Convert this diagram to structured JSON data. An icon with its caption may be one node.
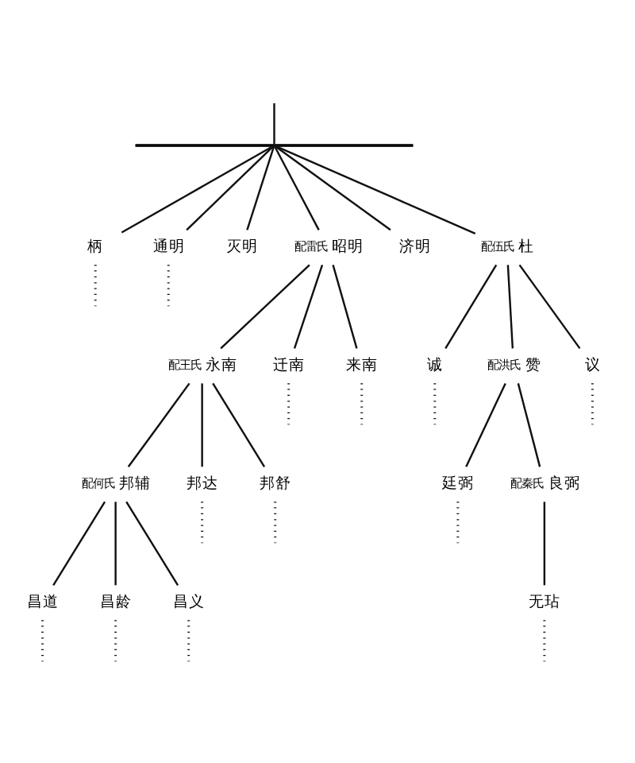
{
  "diagram": {
    "nodes": [
      {
        "text": [],
        "shape": "bar"
      },
      {
        "text": [
          "柄"
        ]
      },
      {
        "text": [
          "通明"
        ]
      },
      {
        "text": [
          "灭明"
        ]
      },
      {
        "text": [
          "昭明"
        ],
        "beside": [
          "配雷氏"
        ]
      },
      {
        "text": [
          "济明"
        ]
      },
      {
        "text": [
          "杜"
        ],
        "beside": [
          "配伍氏"
        ]
      },
      {
        "text": [
          "永南"
        ],
        "beside": [
          "配王氏"
        ]
      },
      {
        "text": [
          "迁南"
        ]
      },
      {
        "text": [
          "来南"
        ]
      },
      {
        "text": [
          "诚"
        ]
      },
      {
        "text": [
          "赞"
        ],
        "beside": [
          "配洪氏"
        ]
      },
      {
        "text": [
          "议"
        ]
      },
      {
        "text": [
          "邦辅"
        ],
        "beside": [
          "配何氏"
        ]
      },
      {
        "text": [
          "邦达"
        ]
      },
      {
        "text": [
          "邦舒"
        ]
      },
      {
        "text": [
          "廷弼"
        ]
      },
      {
        "text": [
          "良弼"
        ],
        "beside": [
          "配秦氏"
        ]
      },
      {
        "text": [
          "昌道"
        ]
      },
      {
        "text": [
          "昌龄"
        ]
      },
      {
        "text": [
          "昌义"
        ]
      },
      {
        "text": [
          "无玷"
        ]
      }
    ],
    "edges": [
      {
        "from": null,
        "to": 0,
        "arrow": "none"
      },
      {
        "from": 0,
        "to": 1,
        "arrow": "none"
      },
      {
        "from": 0,
        "to": 2,
        "arrow": "none"
      },
      {
        "from": 0,
        "to": 3,
        "arrow": "none"
      },
      {
        "from": 0,
        "to": 4,
        "arrow": "none"
      },
      {
        "from": 0,
        "to": 5,
        "arrow": "none"
      },
      {
        "from": 0,
        "to": 6,
        "arrow": "none"
      },
      {
        "from": 4,
        "to": 7,
        "arrow": "none"
      },
      {
        "from": 4,
        "to": 8,
        "arrow": "none"
      },
      {
        "from": 4,
        "to": 9,
        "arrow": "none"
      },
      {
        "from": 6,
        "to": 10,
        "arrow": "none"
      },
      {
        "from": 6,
        "to": 11,
        "arrow": "none"
      },
      {
        "from": 6,
        "to": 12,
        "arrow": "none"
      },
      {
        "from": 7,
        "to": 13,
        "arrow": "none"
      },
      {
        "from": 7,
        "to": 14,
        "arrow": "none"
      },
      {
        "from": 7,
        "to": 15,
        "arrow": "none"
      },
      {
        "from": 11,
        "to": 16,
        "arrow": "none"
      },
      {
        "from": 11,
        "to": 17,
        "arrow": "none"
      },
      {
        "from": 13,
        "to": 18,
        "arrow": "none"
      },
      {
        "from": 13,
        "to": 19,
        "arrow": "none"
      },
      {
        "from": 13,
        "to": 20,
        "arrow": "none"
      },
      {
        "from": 17,
        "to": 21,
        "arrow": "none"
      },
      {
        "from": 1,
        "to": null,
        "arrow": "none",
        "style": "dashed"
      },
      {
        "from": 2,
        "to": null,
        "arrow": "none",
        "style": "dashed"
      },
      {
        "from": 8,
        "to": null,
        "arrow": "none",
        "style": "dashed"
      },
      {
        "from": 9,
        "to": null,
        "arrow": "none",
        "style": "dashed"
      },
      {
        "from": 10,
        "to": null,
        "arrow": "none",
        "style": "dashed"
      },
      {
        "from": 12,
        "to": null,
        "arrow": "none",
        "style": "dashed"
      },
      {
        "from": 14,
        "to": null,
        "arrow": "none",
        "style": "dashed"
      },
      {
        "from": 15,
        "to": null,
        "arrow": "none",
        "style": "dashed"
      },
      {
        "from": 16,
        "to": null,
        "arrow": "none",
        "style": "dashed"
      },
      {
        "from": 18,
        "to": null,
        "arrow": "none",
        "style": "dashed"
      },
      {
        "from": 19,
        "to": null,
        "arrow": "none",
        "style": "dashed"
      },
      {
        "from": 20,
        "to": null,
        "arrow": "none",
        "style": "dashed"
      },
      {
        "from": 21,
        "to": null,
        "arrow": "none",
        "style": "dashed"
      }
    ]
  }
}
